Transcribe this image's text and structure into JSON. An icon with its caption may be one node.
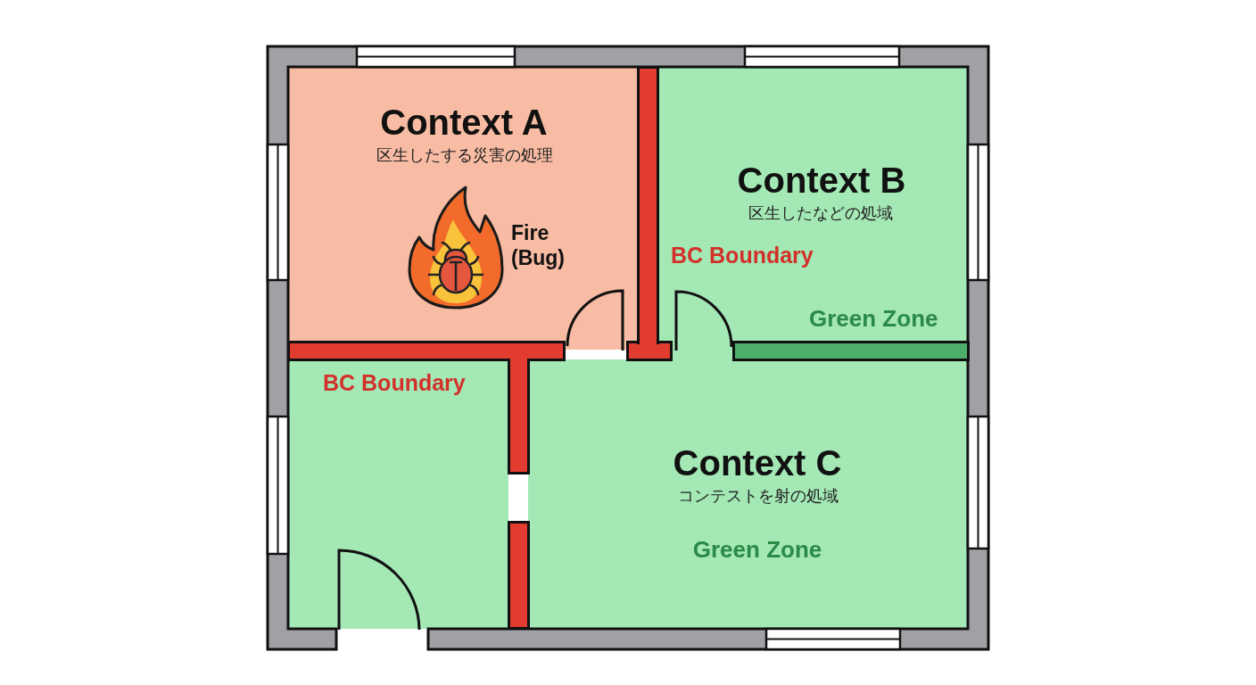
{
  "diagram": {
    "nodes": [
      {
        "text": [
          "Context A",
          "区生したする災害の処理",
          "Fire (Bug)"
        ]
      },
      {
        "text": [
          "Context B",
          "区生したなどの処域",
          "BC Boundary",
          "Green Zone"
        ]
      },
      {
        "text": [
          "BC Boundary"
        ]
      },
      {
        "text": [
          "Context C",
          "コンテストを射の処域",
          "Green Zone"
        ]
      }
    ]
  }
}
